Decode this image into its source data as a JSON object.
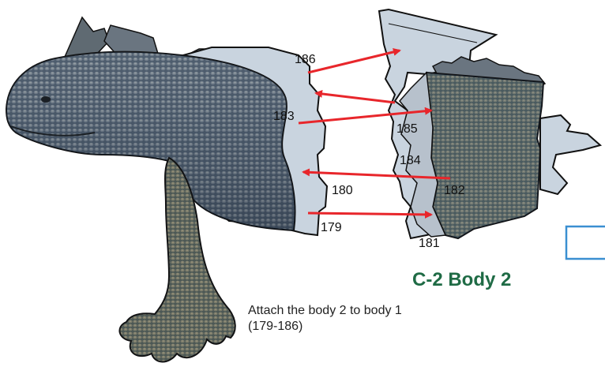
{
  "part_title": "C-2 Body 2",
  "instruction": {
    "line1": "Attach the body 2 to body 1",
    "line2": "(179-186)"
  },
  "labels": {
    "n179": "179",
    "n180": "180",
    "n181": "181",
    "n182": "182",
    "n183": "183",
    "n184": "184",
    "n185": "185",
    "n186": "186"
  },
  "colors": {
    "arrow": "#e8262b",
    "title_green": "#1f6b45",
    "paper_blue": "#c9d4df",
    "frame_blue": "#3a8fd1",
    "outline": "#111111"
  }
}
